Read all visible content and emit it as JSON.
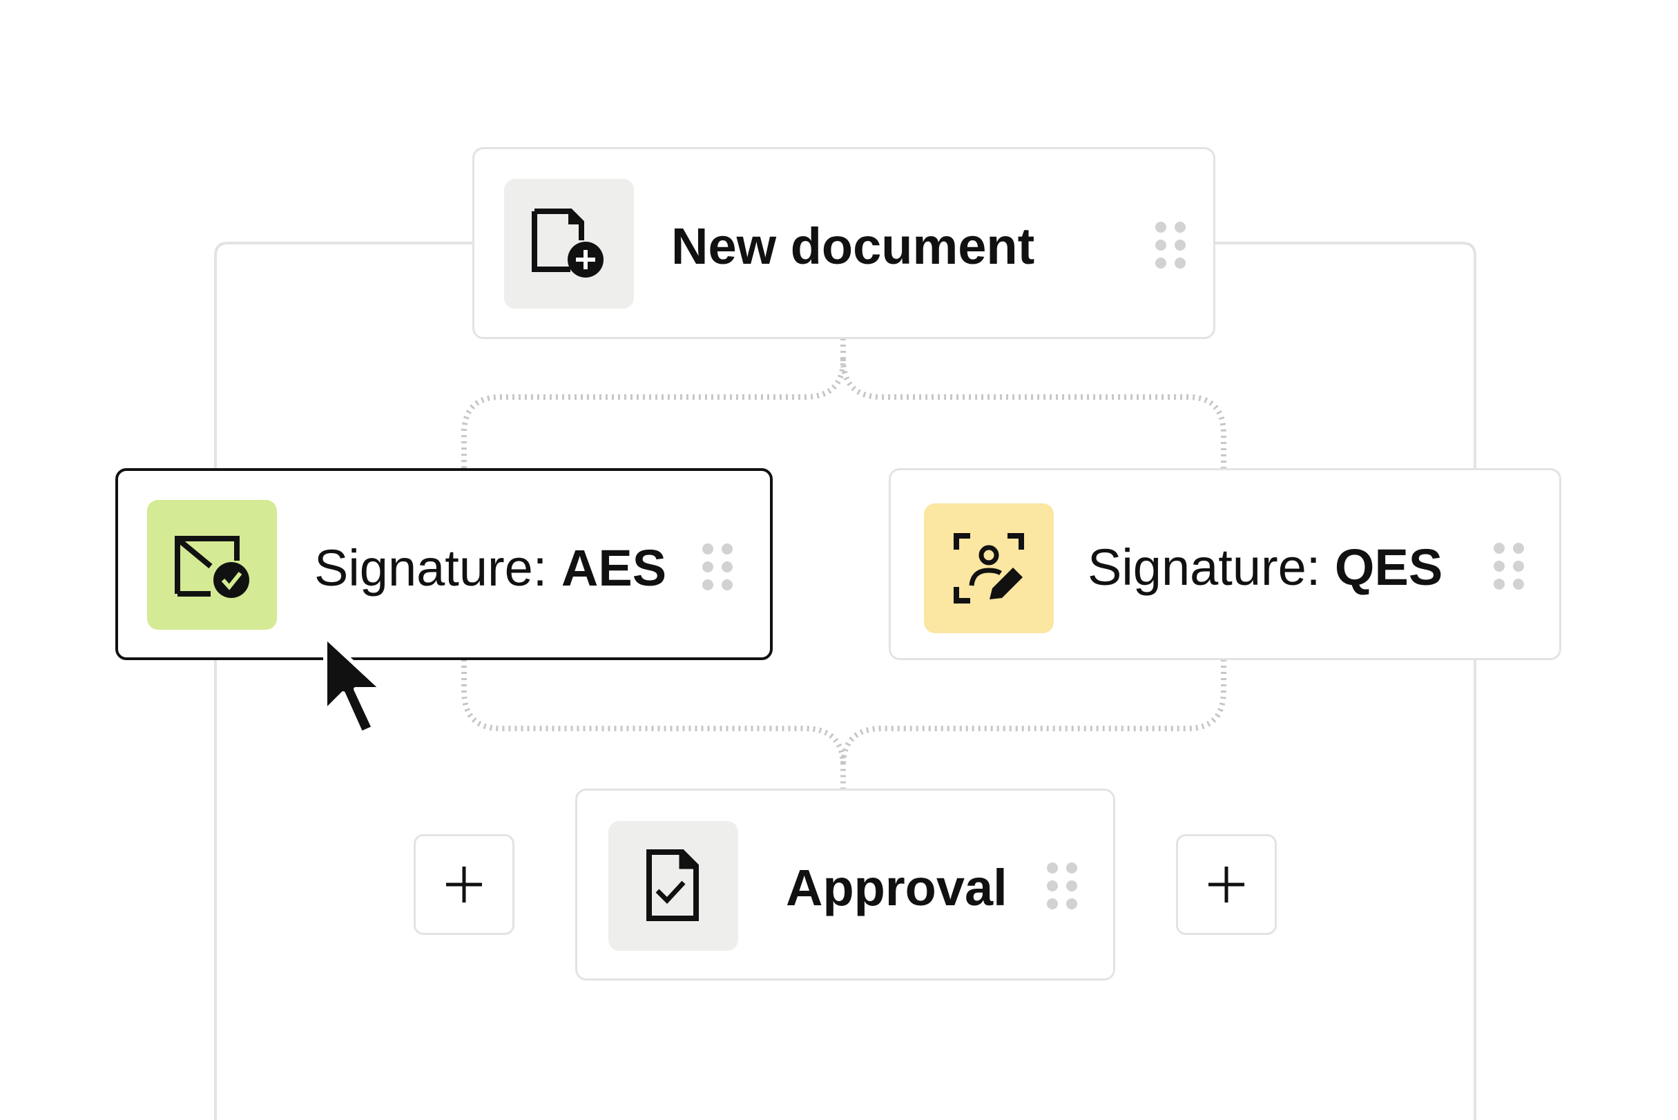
{
  "nodes": {
    "new_document": {
      "label": "New document",
      "icon": "document-plus-icon",
      "tile_color": "#eeeeec"
    },
    "signature_aes": {
      "label_prefix": "Signature: ",
      "label_strong": "AES",
      "icon": "envelope-check-icon",
      "tile_color": "#d4ea95",
      "selected": true
    },
    "signature_qes": {
      "label_prefix": "Signature: ",
      "label_strong": "QES",
      "icon": "face-scan-pen-icon",
      "tile_color": "#fbe6a2"
    },
    "approval": {
      "label": "Approval",
      "icon": "document-check-icon",
      "tile_color": "#eeeeec"
    }
  },
  "add_buttons": {
    "left": {
      "label": "+"
    },
    "right": {
      "label": "+"
    }
  },
  "colors": {
    "border": "#e3e3e3",
    "selected_border": "#111111",
    "connector": "#c7c7c7",
    "handle": "#d2d2d2",
    "text": "#111111"
  }
}
